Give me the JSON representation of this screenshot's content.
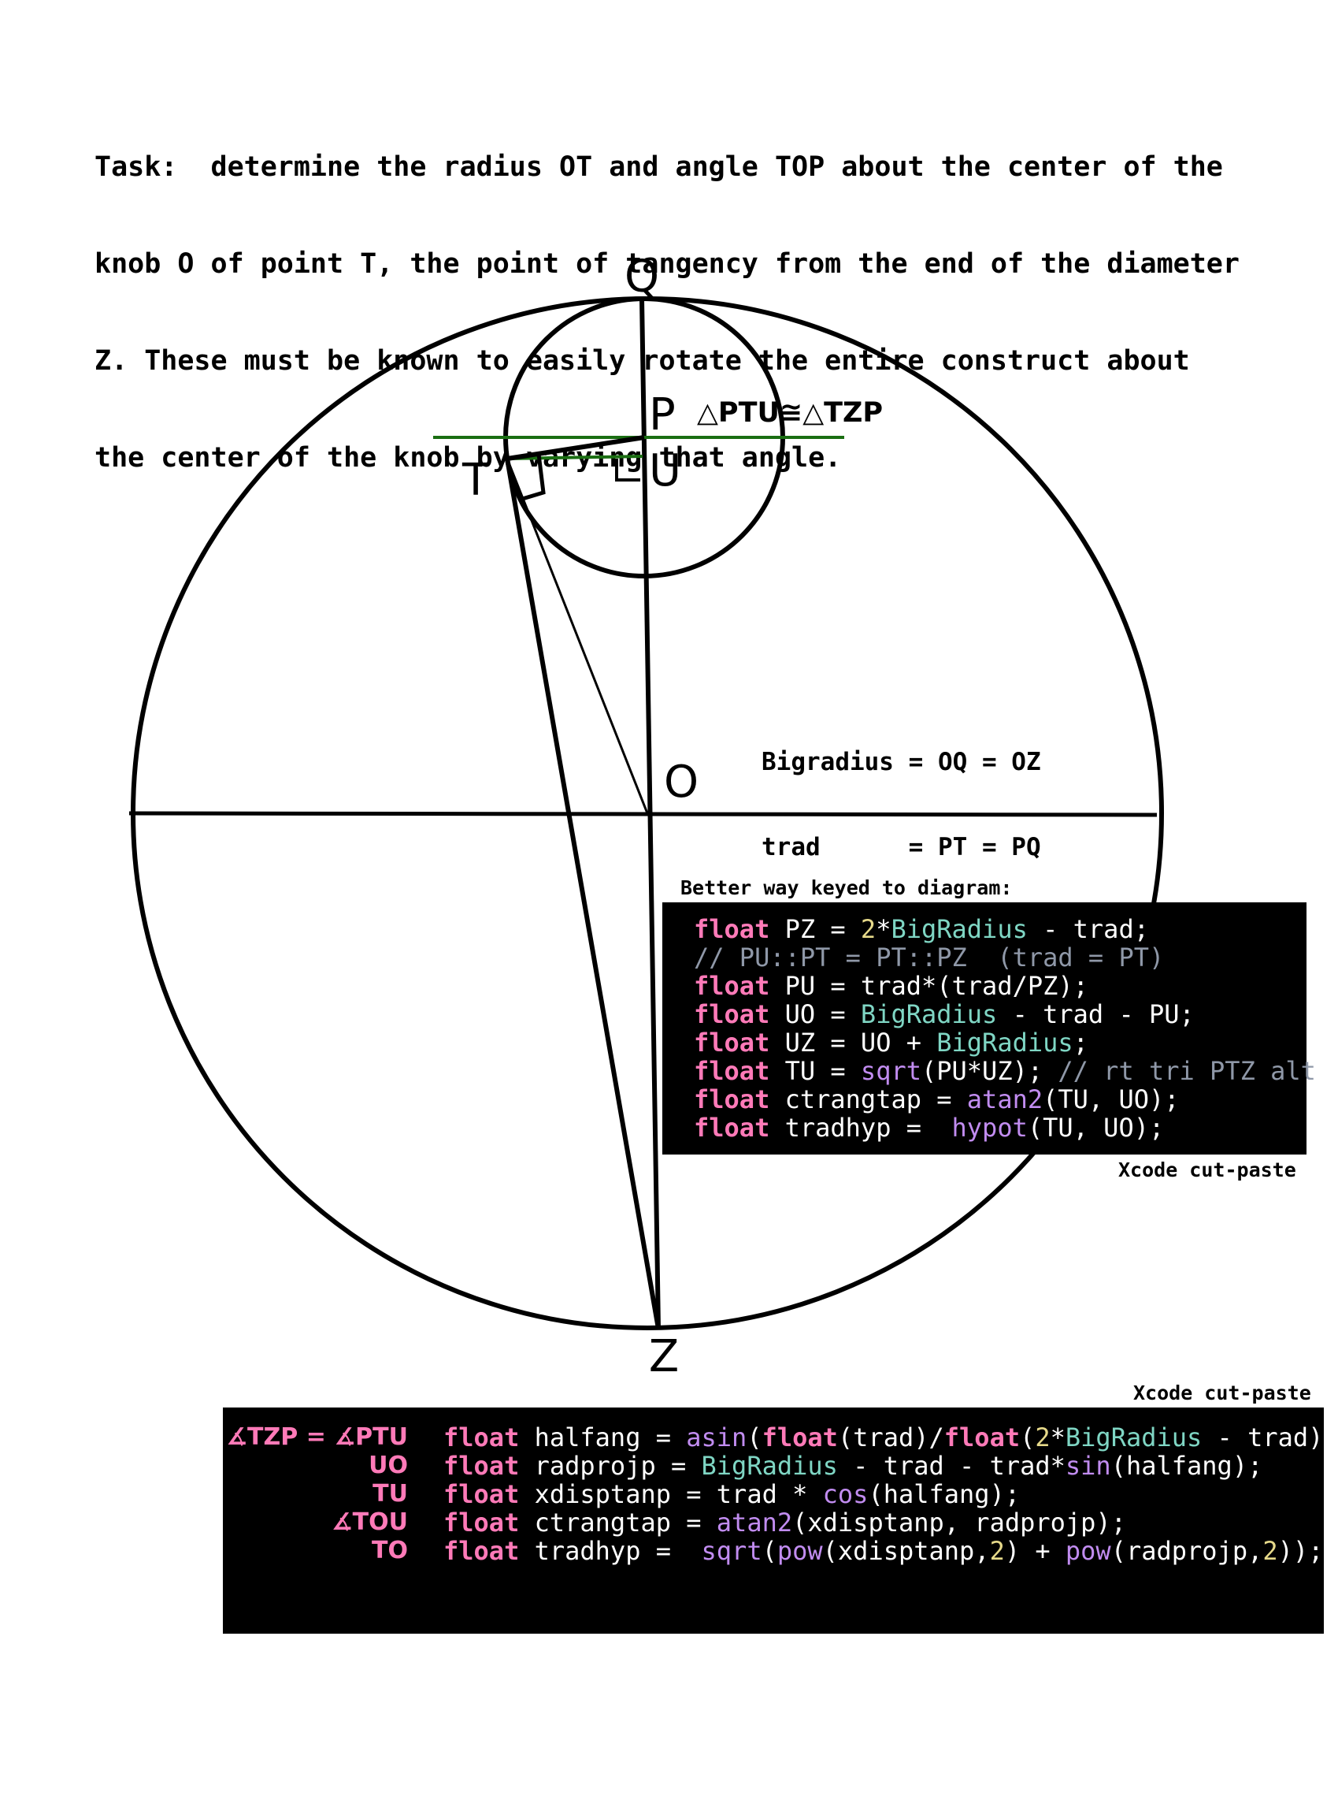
{
  "task": {
    "lines": [
      "Task:  determine the radius OT and angle TOP about the center of the",
      "knob O of point T, the point of tangency from the end of the diameter",
      "Z. These must be known to easily rotate the entire construct about",
      "the center of the knob by varying that angle."
    ]
  },
  "diagram": {
    "point_labels": {
      "Q": "Q",
      "P": "P",
      "U": "U",
      "T": "T",
      "O": "O",
      "Z": "Z"
    },
    "congruence": "△PTU≅△TZP",
    "definitions": [
      "Bigradius = OQ = OZ",
      "trad      = PT = PQ"
    ],
    "colors": {
      "lines": "#000000",
      "horizontal_guides": "#1a6e12"
    }
  },
  "code_box_1": {
    "caption_above": "Better way keyed to diagram:",
    "caption_below": "Xcode cut-paste",
    "lines": [
      [
        [
          "kw",
          "float"
        ],
        [
          "pl",
          " PZ = "
        ],
        [
          "num",
          "2"
        ],
        [
          "pl",
          "*"
        ],
        [
          "ty",
          "BigRadius"
        ],
        [
          "pl",
          " - trad;"
        ]
      ],
      [
        [
          "cm",
          "// PU::PT = PT::PZ  (trad = PT)"
        ]
      ],
      [
        [
          "kw",
          "float"
        ],
        [
          "pl",
          " PU = trad*(trad/PZ);"
        ]
      ],
      [
        [
          "kw",
          "float"
        ],
        [
          "pl",
          " UO = "
        ],
        [
          "ty",
          "BigRadius"
        ],
        [
          "pl",
          " - trad - PU;"
        ]
      ],
      [
        [
          "kw",
          "float"
        ],
        [
          "pl",
          " UZ = UO + "
        ],
        [
          "ty",
          "BigRadius"
        ],
        [
          "pl",
          ";"
        ]
      ],
      [
        [
          "kw",
          "float"
        ],
        [
          "pl",
          " TU = "
        ],
        [
          "fn",
          "sqrt"
        ],
        [
          "pl",
          "(PU*UZ); "
        ],
        [
          "cm",
          "// rt tri PTZ alt"
        ]
      ],
      [
        [
          "kw",
          "float"
        ],
        [
          "pl",
          " ctrangtap = "
        ],
        [
          "fn",
          "atan2"
        ],
        [
          "pl",
          "(TU, UO);"
        ]
      ],
      [
        [
          "kw",
          "float"
        ],
        [
          "pl",
          " tradhyp =  "
        ],
        [
          "fn",
          "hypot"
        ],
        [
          "pl",
          "(TU, UO);"
        ]
      ]
    ]
  },
  "code_box_2": {
    "caption_above": "Xcode cut-paste",
    "annotations": [
      "∡TZP = ∡PTU",
      "UO",
      "TU",
      "∡TOU",
      "TO"
    ],
    "lines": [
      [
        [
          "kw",
          "float"
        ],
        [
          "pl",
          " halfang = "
        ],
        [
          "fn",
          "asin"
        ],
        [
          "pl",
          "("
        ],
        [
          "kw",
          "float"
        ],
        [
          "pl",
          "(trad)/"
        ],
        [
          "kw",
          "float"
        ],
        [
          "pl",
          "("
        ],
        [
          "num",
          "2"
        ],
        [
          "pl",
          "*"
        ],
        [
          "ty",
          "BigRadius"
        ],
        [
          "pl",
          " - trad));"
        ]
      ],
      [
        [
          "kw",
          "float"
        ],
        [
          "pl",
          " radprojp = "
        ],
        [
          "ty",
          "BigRadius"
        ],
        [
          "pl",
          " - trad - trad*"
        ],
        [
          "fn",
          "sin"
        ],
        [
          "pl",
          "(halfang);"
        ]
      ],
      [
        [
          "kw",
          "float"
        ],
        [
          "pl",
          " xdisptanp = trad * "
        ],
        [
          "fn",
          "cos"
        ],
        [
          "pl",
          "(halfang);"
        ]
      ],
      [
        [
          "kw",
          "float"
        ],
        [
          "pl",
          " ctrangtap = "
        ],
        [
          "fn",
          "atan2"
        ],
        [
          "pl",
          "(xdisptanp, radprojp);"
        ]
      ],
      [
        [
          "kw",
          "float"
        ],
        [
          "pl",
          " tradhyp =  "
        ],
        [
          "fn",
          "sqrt"
        ],
        [
          "pl",
          "("
        ],
        [
          "fn",
          "pow"
        ],
        [
          "pl",
          "(xdisptanp,"
        ],
        [
          "num",
          "2"
        ],
        [
          "pl",
          ") + "
        ],
        [
          "fn",
          "pow"
        ],
        [
          "pl",
          "(radprojp,"
        ],
        [
          "num",
          "2"
        ],
        [
          "pl",
          "));"
        ]
      ]
    ]
  }
}
